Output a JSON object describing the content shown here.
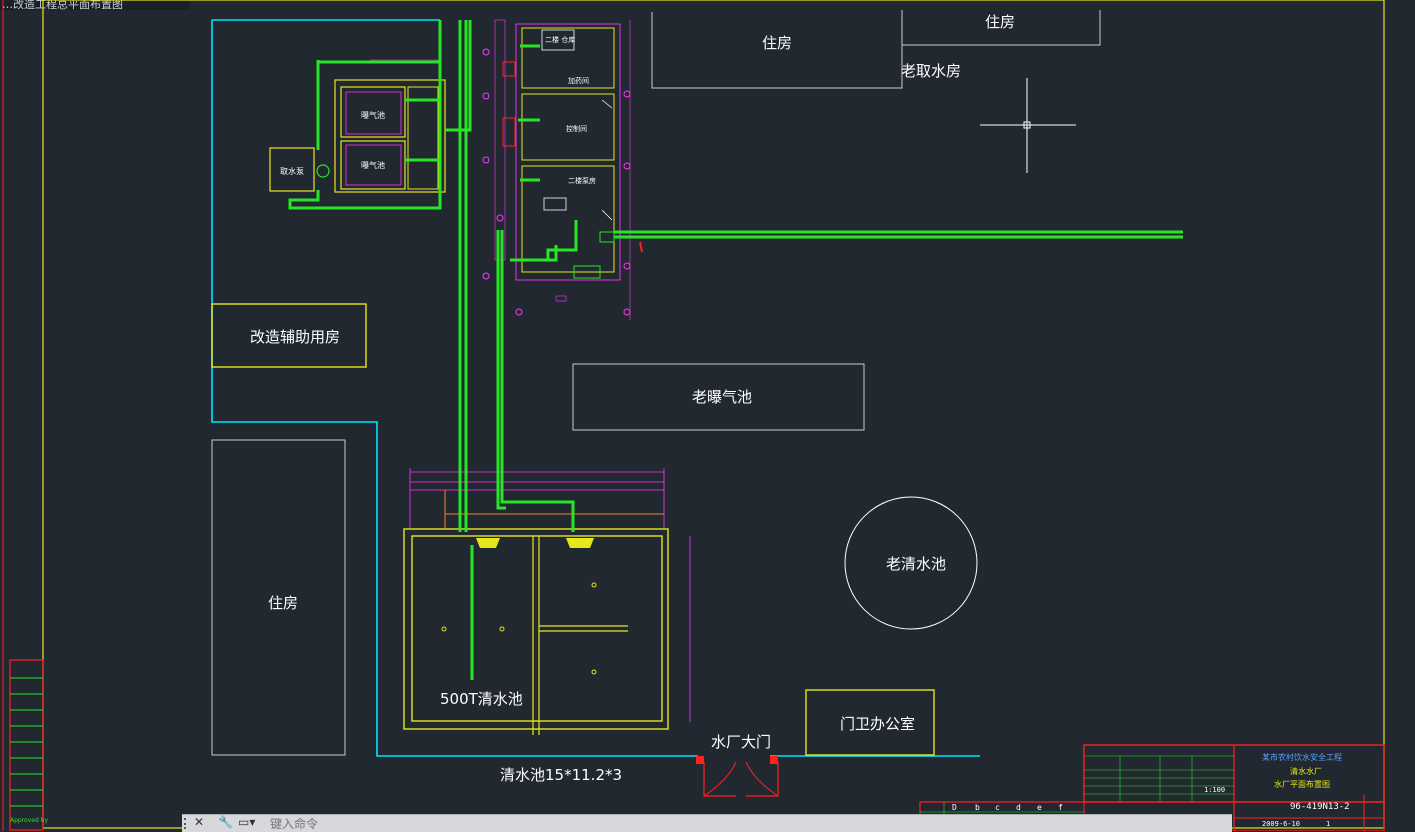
{
  "window": {
    "title": "…改造工程总平面布置图"
  },
  "labels": {
    "residence_top": "住房",
    "residence_top_right": "住房",
    "old_intake": "老取水房",
    "aux_room": "改造辅助用房",
    "old_aeration": "老曝气池",
    "residence_left": "住房",
    "old_clear": "老清水池",
    "clear_500t": "500T清水池",
    "gate": "水厂大门",
    "guard": "门卫办公室",
    "pool_dims": "清水池15*11.2*3",
    "pump_room": "取水泵",
    "aeration_1": "曝气池",
    "aeration_2": "曝气池",
    "room_a": "二楼 仓库",
    "room_b": "加药间",
    "room_c": "控制间",
    "room_d": "二楼泵房"
  },
  "title_block": {
    "project": "某市农村饮水安全工程",
    "plant": "清水水厂",
    "drawing": "水厂平面布置图",
    "drawing_no": "96-419N13-2",
    "scale": "1:100",
    "date": "2009-6-10",
    "sheet": "1"
  },
  "revision_cols": [
    "D",
    "b",
    "c",
    "d",
    "e",
    "f"
  ],
  "stamp": {
    "label": "Approved by"
  },
  "command": {
    "placeholder": "键入命令"
  },
  "colors": {
    "background": "#212830",
    "boundary": "#00e5ff",
    "building": "#e6e61c",
    "pipe": "#27e627",
    "dimension": "#ff33ff",
    "titleblock": "#ff2020",
    "outline": "#c9ccd0"
  }
}
